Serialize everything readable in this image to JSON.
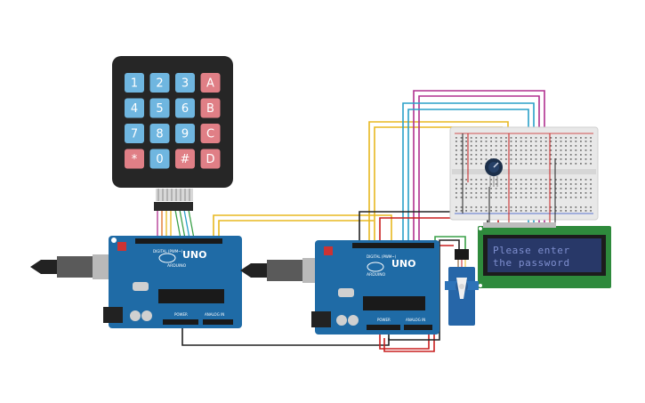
{
  "keypad": {
    "keys": [
      "1",
      "2",
      "3",
      "A",
      "4",
      "5",
      "6",
      "B",
      "7",
      "8",
      "9",
      "C",
      "*",
      "0",
      "#",
      "D"
    ],
    "colors": {
      "digit": "#6fb6e0",
      "letter": "#e07f86",
      "frame": "#262626"
    }
  },
  "arduino_left": {
    "brand": "UNO",
    "logo_text": "ARDUINO",
    "digital_label": "DIGITAL (PWM~)",
    "power_label": "POWER",
    "analog_label": "ANALOG IN"
  },
  "arduino_right": {
    "brand": "UNO",
    "logo_text": "ARDUINO",
    "digital_label": "DIGITAL (PWM~)",
    "power_label": "POWER",
    "analog_label": "ANALOG IN"
  },
  "lcd": {
    "line1": "Please enter",
    "line2": "the password",
    "backlight": "#283868"
  },
  "colors": {
    "board": "#1f6ba6",
    "breadboard": "#e8e8e8",
    "wire_yellow": "#e8b820",
    "wire_magenta": "#b0308f",
    "wire_cyan": "#2aa0c8",
    "wire_red": "#c81e1e",
    "wire_black": "#222222",
    "wire_green": "#3aa048"
  }
}
